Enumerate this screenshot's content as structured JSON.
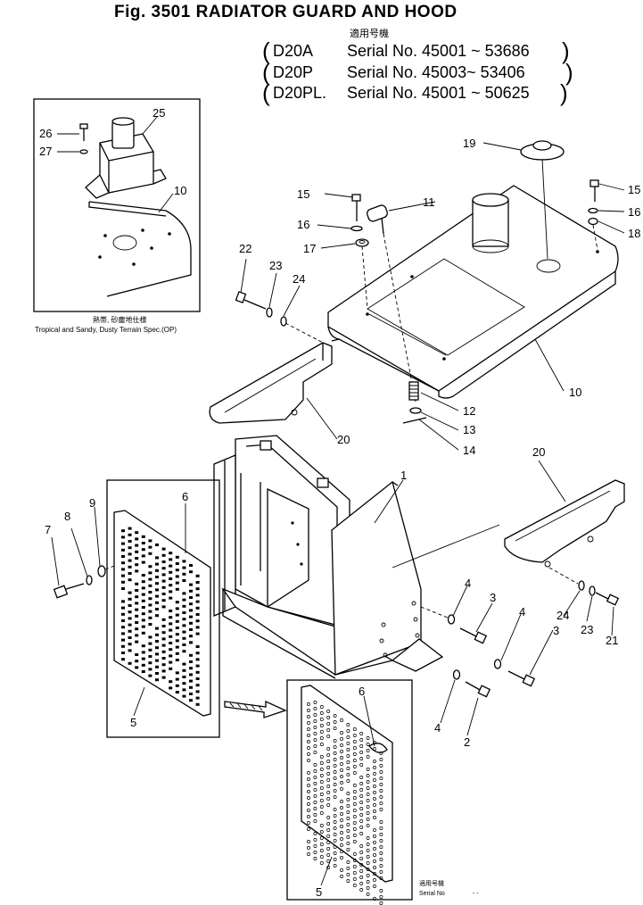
{
  "title": "Fig. 3501 RADIATOR GUARD AND HOOD",
  "applicability_label": "適用号機",
  "serials": [
    {
      "model": "D20A",
      "text": "Serial No. 45001 ~ 53686"
    },
    {
      "model": "D20P",
      "text": "Serial No. 45003~ 53406"
    },
    {
      "model": "D20PL.",
      "text": "Serial No. 45001 ~ 50625"
    }
  ],
  "inset": {
    "caption_jp": "熱帯, 砂塵地仕様",
    "caption_en": "Tropical and Sandy, Dusty Terrain Spec.(OP)",
    "callouts": [
      "26",
      "27",
      "25",
      "10"
    ]
  },
  "callouts": {
    "p1": "1",
    "p2": "2",
    "p3a": "3",
    "p3b": "3",
    "p4a": "4",
    "p4b": "4",
    "p4c": "4",
    "p5a": "5",
    "p5b": "5",
    "p6a": "6",
    "p6b": "6",
    "p7": "7",
    "p8": "8",
    "p9": "9",
    "p10": "10",
    "p11": "11",
    "p12": "12",
    "p13": "13",
    "p14": "14",
    "p15a": "15",
    "p15b": "15",
    "p16a": "16",
    "p16b": "16",
    "p17": "17",
    "p18": "18",
    "p19": "19",
    "p20a": "20",
    "p20b": "20",
    "p21": "21",
    "p22": "22",
    "p23a": "23",
    "p23b": "23",
    "p24a": "24",
    "p24b": "24"
  },
  "alt_panel": {
    "applicability_label": "適用号機",
    "serial_label": "Serial No",
    "serial_value": "- -"
  }
}
